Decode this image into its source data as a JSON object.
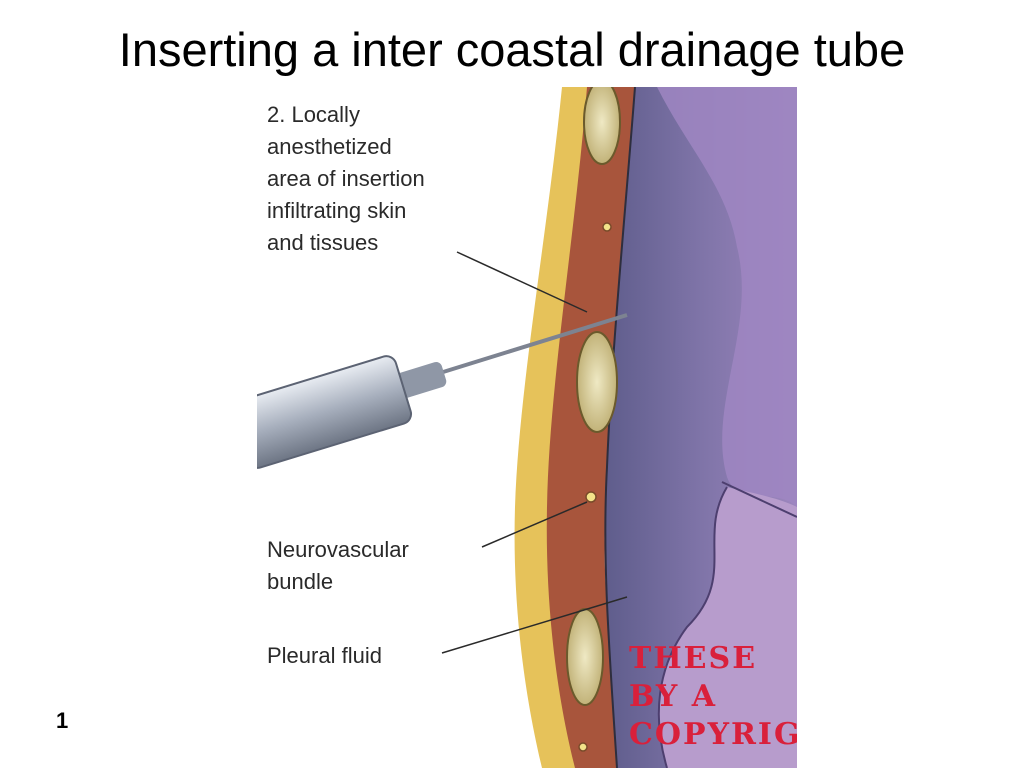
{
  "slide": {
    "title": "Inserting a inter coastal drainage tube",
    "number": "1"
  },
  "figure": {
    "labels": {
      "anesthetized": "2. Locally\nanesthetized\narea of insertion\ninfiltrating skin\nand tissues",
      "neurovascular": "Neurovascular\nbundle",
      "pleural_fluid": "Pleural fluid"
    },
    "watermark": "THESE\nBY A\nCOPYRIG",
    "colors": {
      "fat_layer": "#e6c25a",
      "muscle_layer": "#a8553c",
      "rib": "#e7e0b0",
      "pleural_space": "#6c6a98",
      "lung": "#b79ccc",
      "syringe": "#b9c0cc",
      "watermark": "#d9203b"
    }
  }
}
